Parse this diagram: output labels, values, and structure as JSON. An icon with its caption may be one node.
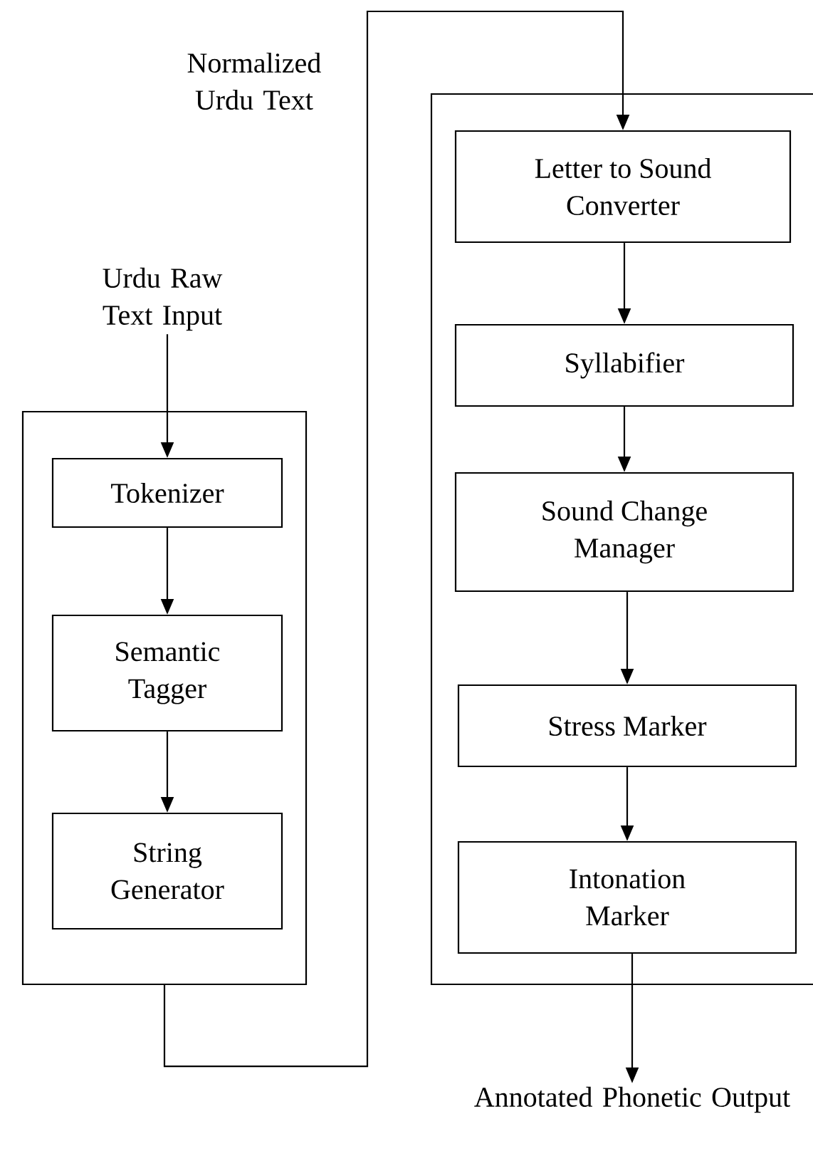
{
  "diagram": {
    "nodes": [
      {
        "text": [
          "Urdu Raw Text Input"
        ]
      },
      {
        "text": [],
        "shape": "box"
      },
      {
        "text": [
          "Tokenizer"
        ],
        "in": 1
      },
      {
        "text": [
          "Semantic Tagger"
        ],
        "in": 1
      },
      {
        "text": [
          "String Generator"
        ],
        "in": 1
      },
      {
        "text": [],
        "shape": "box"
      },
      {
        "text": [
          "Letter to Sound Converter"
        ],
        "in": 5
      },
      {
        "text": [
          "Syllabifier"
        ],
        "in": 5
      },
      {
        "text": [
          "Sound Change Manager"
        ],
        "in": 5
      },
      {
        "text": [
          "Stress Marker"
        ],
        "in": 5
      },
      {
        "text": [
          "Intonation Marker"
        ],
        "in": 5
      },
      {
        "text": [
          "Annotated Phonetic Output"
        ]
      }
    ],
    "edges": [
      {
        "from": 0,
        "to": 2,
        "arrow": "to"
      },
      {
        "from": 2,
        "to": 3,
        "arrow": "to"
      },
      {
        "from": 3,
        "to": 4,
        "arrow": "to"
      },
      {
        "from": 1,
        "to": 6,
        "arrow": "to",
        "label": "Normalized Urdu Text"
      },
      {
        "from": 6,
        "to": 7,
        "arrow": "to"
      },
      {
        "from": 7,
        "to": 8,
        "arrow": "to"
      },
      {
        "from": 8,
        "to": 9,
        "arrow": "to"
      },
      {
        "from": 9,
        "to": 10,
        "arrow": "to"
      },
      {
        "from": 10,
        "to": 11,
        "arrow": "to"
      }
    ]
  }
}
